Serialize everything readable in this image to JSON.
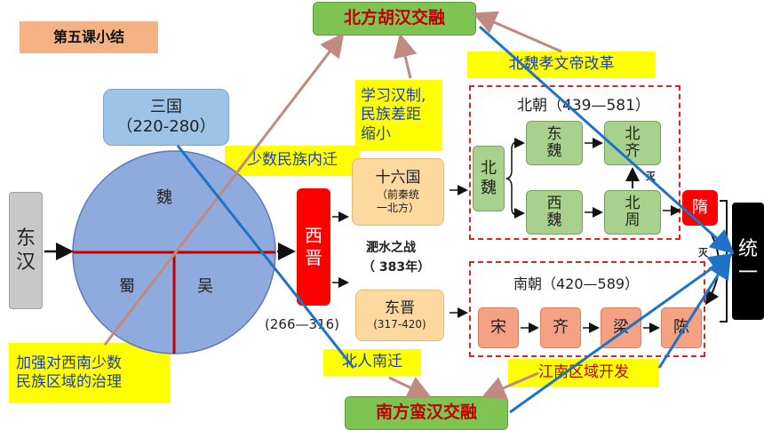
{
  "title": "第五课小结",
  "north_fusion": "北方胡汉交融",
  "south_fusion": "南方蛮汉交融",
  "reform": "北魏孝文帝改革",
  "learn_han": [
    "学习汉制,",
    "民族差距",
    "缩小"
  ],
  "minority_move": "少数民族内迁",
  "southwest": [
    "加强对西南少数",
    "民族区域的治理"
  ],
  "north_move_south": "北人南迁",
  "jiangnan": "江南区域开发",
  "three_kingdoms": {
    "label": "三国",
    "years": "（220-280）",
    "wei": "魏",
    "shu": "蜀",
    "wu": "吴"
  },
  "donghan": [
    "东",
    "汉"
  ],
  "xijin": {
    "chars": [
      "西",
      "晋"
    ],
    "years": "(266—316)"
  },
  "shiliuguo": {
    "label": "十六国",
    "sub": [
      "（前秦统",
      "一北方）"
    ]
  },
  "feishui": {
    "label": "淝水之战",
    "year": "（ 383年）"
  },
  "dongjin": {
    "label": "东晋",
    "years": "(317-420)"
  },
  "north_dyn": {
    "label": "北朝（439—581）",
    "beiwei": [
      "北",
      "魏"
    ],
    "dongwei": [
      "东",
      "魏"
    ],
    "xiwei": [
      "西",
      "魏"
    ],
    "beiqi": [
      "北",
      "齐"
    ],
    "beizhou": [
      "北",
      "周"
    ],
    "mie": "灭"
  },
  "south_dyn": {
    "label": "南朝（420—589）",
    "items": [
      "宋",
      "齐",
      "梁",
      "陈"
    ],
    "mie": "灭"
  },
  "sui": "隋",
  "unify": [
    "统",
    "一"
  ]
}
